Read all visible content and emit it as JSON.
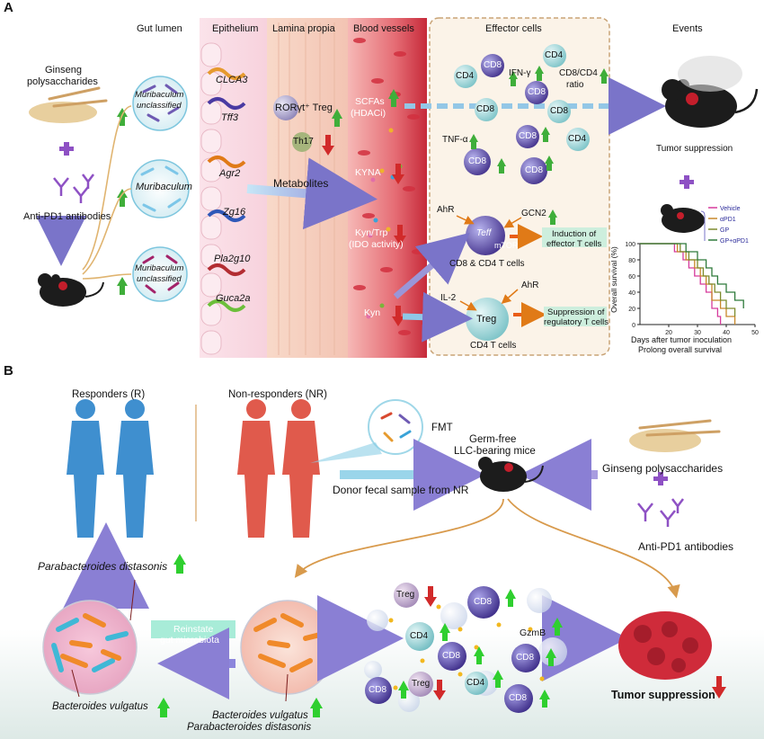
{
  "panel_a": {
    "letter": "A",
    "columns": {
      "gut_lumen": "Gut lumen",
      "epithelium": "Epithelium",
      "lamina_propia": "Lamina propia",
      "blood_vessels": "Blood vessels",
      "effector_cells": "Effector cells",
      "events": "Events"
    },
    "ginseng_label_1": "Ginseng",
    "ginseng_label_2": "polysaccharides",
    "anti_pd1": "Anti-PD1 antibodies",
    "bacteria": {
      "top_1": "Muribaculum",
      "top_2": "unclassified",
      "mid": "Muribaculum",
      "bot_1": "Muribaculum",
      "bot_2": "unclassified"
    },
    "genes": [
      "CLCA3",
      "Tff3",
      "Agr2",
      "Zg16",
      "Pla2g10",
      "Guca2a"
    ],
    "cells": {
      "roryt_treg": "RORγt⁺ Treg",
      "th17": "Th17",
      "metabolites": "Metabolites"
    },
    "vessel_labels": {
      "scfas_1": "SCFAs",
      "scfas_2": "(HDACi)",
      "kyna": "KYNA",
      "kyn_trp_1": "Kyn/Trp",
      "kyn_trp_2": "(IDO activity)",
      "kyn": "Kyn"
    },
    "effector": {
      "cd4": "CD4",
      "cd8": "CD8",
      "ifn": "IFN-γ",
      "ratio_1": "CD8/CD4",
      "ratio_2": "ratio",
      "tnf": "TNF-α",
      "ahr": "AhR",
      "gcn2": "GCN2",
      "teff": "Teff",
      "mtor": "mTOR",
      "cd8_cd4_t": "CD8 & CD4 T cells",
      "induction_1": "Induction of",
      "induction_2": "effector T cells",
      "il2": "IL-2",
      "treg": "Treg",
      "cd4_t": "CD4 T cells",
      "suppression_1": "Suppression of",
      "suppression_2": "regulatory T cells"
    },
    "events": {
      "tumor_suppression": "Tumor suppression",
      "xlabel_1": "Days after tumor inoculation",
      "xlabel_2": "Prolong overall survival",
      "ylabel": "Overall survival (%)"
    }
  },
  "panel_b": {
    "letter": "B",
    "responders": "Responders (R)",
    "non_responders": "Non-responders (NR)",
    "fmt": "FMT",
    "germ_free_1": "Germ-free",
    "germ_free_2": "LLC-bearing mice",
    "ginseng": "Ginseng polysaccharides",
    "anti_pd1": "Anti-PD1 antibodies",
    "donor": "Donor fecal sample from NR",
    "parabacteroides": "Parabacteroides distasonis",
    "bacteroides": "Bacteroides vulgatus",
    "reinstate_1": "Reinstate",
    "reinstate_2": "gut microbiota",
    "bottom_1": "Bacteroides vulgatus",
    "bottom_2": "Parabacteroides distasonis",
    "cells": {
      "treg": "Treg",
      "cd8": "CD8",
      "cd4": "CD4",
      "gzmb": "GzmB"
    },
    "tumor_suppression": "Tumor suppression"
  },
  "chart_data": {
    "type": "line",
    "title": "",
    "xlabel": "Days after tumor inoculation",
    "ylabel": "Overall survival (%)",
    "xlim": [
      10,
      50
    ],
    "ylim": [
      0,
      100
    ],
    "xticks": [
      20,
      30,
      40,
      50
    ],
    "yticks": [
      0,
      20,
      40,
      60,
      80,
      100
    ],
    "legend_position": "top-right",
    "series": [
      {
        "name": "Vehicle",
        "color": "#d63a9c",
        "x": [
          10,
          20,
          22,
          25,
          27,
          29,
          31,
          33,
          35,
          37,
          38
        ],
        "y": [
          100,
          100,
          90,
          80,
          70,
          60,
          50,
          40,
          20,
          10,
          0
        ]
      },
      {
        "name": "αPD1",
        "color": "#c8882a",
        "x": [
          10,
          20,
          23,
          26,
          29,
          31,
          33,
          35,
          38,
          40,
          43
        ],
        "y": [
          100,
          100,
          90,
          80,
          70,
          60,
          50,
          30,
          20,
          10,
          0
        ]
      },
      {
        "name": "GP",
        "color": "#7d8b2d",
        "x": [
          10,
          21,
          24,
          27,
          30,
          32,
          34,
          36,
          38,
          40,
          43
        ],
        "y": [
          100,
          100,
          90,
          80,
          70,
          60,
          50,
          40,
          30,
          20,
          10
        ]
      },
      {
        "name": "GP+αPD1",
        "color": "#2f7a3b",
        "x": [
          10,
          22,
          26,
          30,
          33,
          35,
          37,
          40,
          43,
          46
        ],
        "y": [
          100,
          100,
          90,
          80,
          70,
          60,
          50,
          40,
          30,
          20
        ]
      }
    ]
  }
}
